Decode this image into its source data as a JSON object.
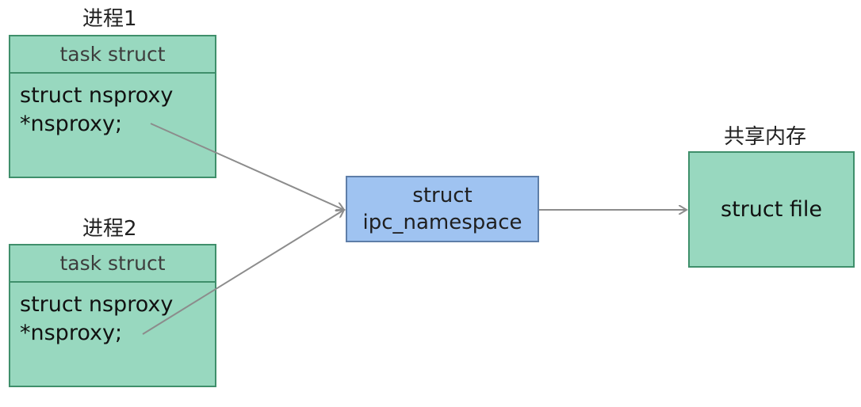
{
  "process1": {
    "title": "进程1",
    "header": "task struct",
    "line1": "struct nsproxy",
    "line2": "*nsproxy;"
  },
  "process2": {
    "title": "进程2",
    "header": "task struct",
    "line1": "struct nsproxy",
    "line2": "*nsproxy;"
  },
  "ipc": {
    "line1": "struct",
    "line2": "ipc_namespace"
  },
  "shared_memory": {
    "title": "共享内存",
    "content": "struct file"
  },
  "colors": {
    "task_fill": "#98d8bf",
    "ipc_fill": "#9fc3f1",
    "arrow": "#8c8c8c"
  }
}
